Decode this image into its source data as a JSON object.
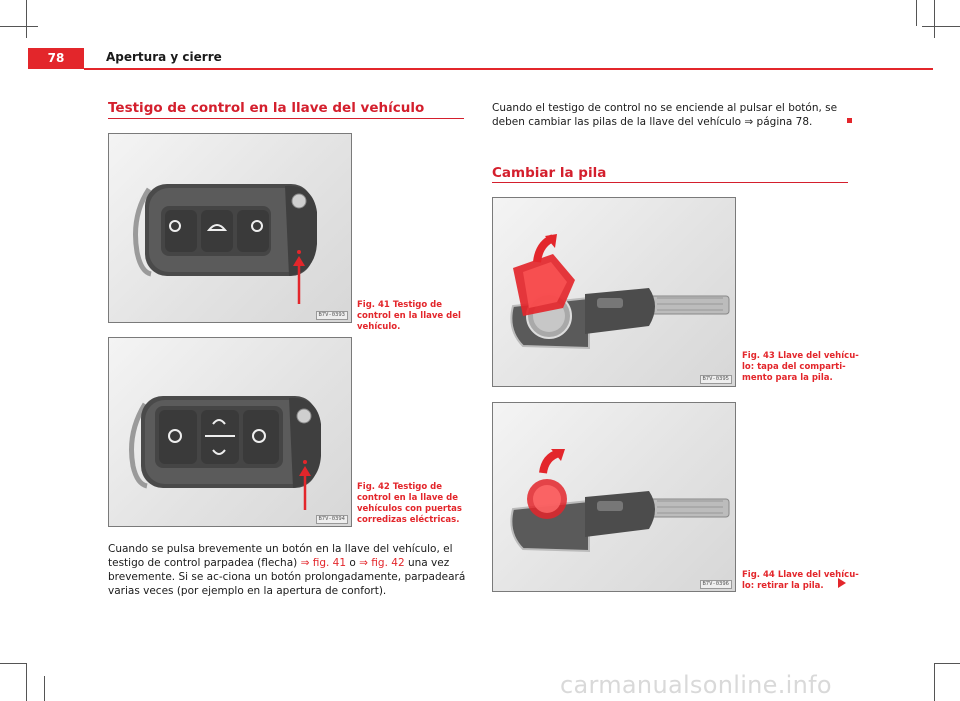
{
  "header": {
    "page_number": "78",
    "chapter_title": "Apertura y cierre"
  },
  "left": {
    "section_title": "Testigo de control en la llave del vehículo",
    "fig41": {
      "code": "B7V-0393",
      "label": "Fig. 41",
      "caption": "Testigo de control en la llave del vehículo."
    },
    "fig42": {
      "code": "B7V-0394",
      "label": "Fig. 42",
      "caption": "Testigo de control en la llave de vehículos con puertas corredizas eléctricas."
    },
    "paragraph": {
      "part1": "Cuando se pulsa brevemente un botón en la llave del vehículo, el testigo de control parpadea (flecha)",
      "link1": "⇒ fig. 41",
      "part2": "o",
      "link2": "⇒ fig. 42",
      "part3": "una vez brevemente. Si se ac-ciona un botón prolongadamente, parpadeará varias veces (por ejemplo en la apertura de confort)."
    }
  },
  "right": {
    "intro": "Cuando el testigo de control no se enciende al pulsar el botón, se deben cambiar las pilas de la llave del vehículo ⇒ página 78.",
    "section_title": "Cambiar la pila",
    "fig43": {
      "code": "B7V-0395",
      "label": "Fig. 43",
      "caption": "Llave del vehícu-lo: tapa del comparti-mento para la pila."
    },
    "fig44": {
      "code": "B7V-0396",
      "label": "Fig. 44",
      "caption": "Llave del vehícu-lo: retirar la pila."
    }
  },
  "watermark": "carmanualsonline.info",
  "colors": {
    "accent": "#e3262b",
    "text": "#1a1a1a"
  }
}
